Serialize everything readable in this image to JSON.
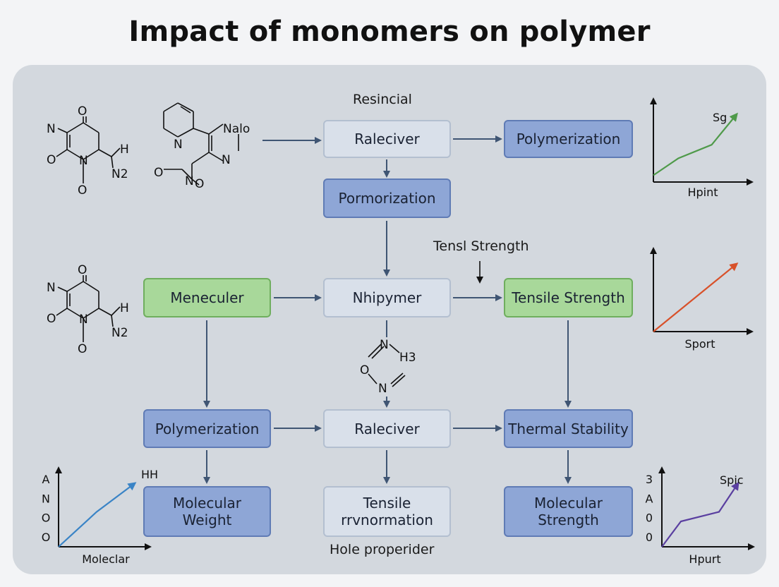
{
  "title": "Impact of monomers on polymer",
  "labels": {
    "resincial": "Resincial",
    "tensl_strength": "Tensl Strength",
    "hole_properider": "Hole properider"
  },
  "boxes": {
    "raleceiver_top": "Raleciver",
    "polymerization_top": "Polymerization",
    "pormorization": "Pormorization",
    "meneculer": "Meneculer",
    "nhipymer": "Nhipymer",
    "tensile_strength": "Tensile Strength",
    "polymerization_mid": "Polymerization",
    "raleceiver_mid": "Raleciver",
    "thermal_stability": "Thermal Stability",
    "molecular_weight_line1": "Molecular",
    "molecular_weight_line2": "Weight",
    "tensile_rvnormation_line1": "Tensile",
    "tensile_rvnormation_line2": "rrvnormation",
    "molecular_strength_line1": "Molecular",
    "molecular_strength_line2": "Strength"
  },
  "chem": {
    "mol1": {
      "N": "N",
      "O_top": "O",
      "O_left": "O",
      "N_ring": "N",
      "O_bottom": "O",
      "H": "H",
      "N2": "N2"
    },
    "mol2": {
      "N_pyr": "N",
      "Nalo": "Nalo",
      "N_ring": "N",
      "O_left": "O",
      "N_chain": "N",
      "O_end": "O"
    },
    "mol3": {
      "N": "N",
      "O_top": "O",
      "O_left": "O",
      "N_ring": "N",
      "O_bottom": "O",
      "H": "H",
      "N2": "N2"
    },
    "mol4": {
      "N_top": "N",
      "H3": "H3",
      "O": "O",
      "N_bottom": "N"
    }
  },
  "colors": {
    "green_line": "#4f9a4a",
    "red_line": "#d8512a",
    "blue_line": "#3a84c6",
    "purple_line": "#5a3fa0",
    "arrow": "#3f5573"
  },
  "chart_data": [
    {
      "type": "line",
      "series": [
        {
          "name": "Sg",
          "x": [
            0,
            0.3,
            0.7,
            1.0
          ],
          "y": [
            0.1,
            0.35,
            0.55,
            1.0
          ]
        }
      ],
      "xlabel": "Hpint",
      "ylabel": "",
      "tick_labels_y": []
    },
    {
      "type": "line",
      "series": [
        {
          "x": [
            0,
            1
          ],
          "y": [
            0,
            1
          ]
        }
      ],
      "xlabel": "Sport",
      "ylabel": "",
      "tick_labels_y": []
    },
    {
      "type": "line",
      "series": [
        {
          "name": "HH",
          "x": [
            0,
            0.5,
            1.0
          ],
          "y": [
            0,
            0.55,
            1.0
          ]
        }
      ],
      "xlabel": "Moleclar",
      "ylabel": "",
      "tick_labels_y": [
        "A",
        "N",
        "O",
        "O"
      ]
    },
    {
      "type": "line",
      "series": [
        {
          "name": "Spic",
          "x": [
            0,
            0.25,
            0.75,
            1.0
          ],
          "y": [
            0,
            0.4,
            0.55,
            1.0
          ]
        }
      ],
      "xlabel": "Hpurt",
      "ylabel": "",
      "tick_labels_y": [
        "3",
        "A",
        "0",
        "0"
      ]
    }
  ]
}
